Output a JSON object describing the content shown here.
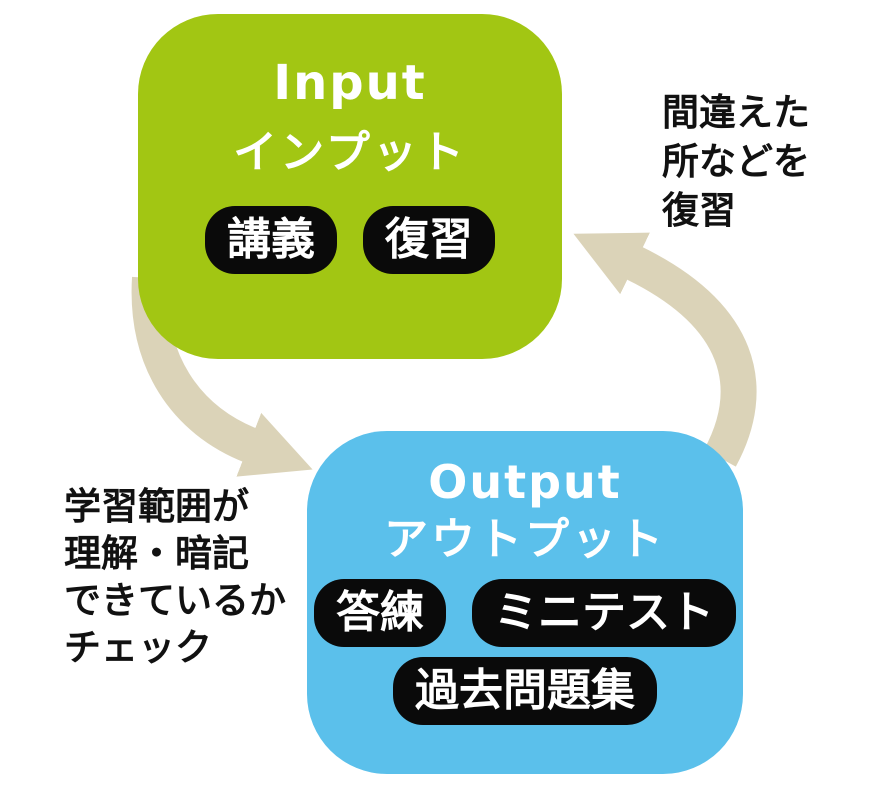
{
  "diagram": {
    "input_box": {
      "title_en": "Input",
      "title_ja": "インプット",
      "items": [
        "講義",
        "復習"
      ]
    },
    "output_box": {
      "title_en": "Output",
      "title_ja": "アウトプット",
      "items": [
        "答練",
        "ミニテスト",
        "過去問題集"
      ]
    },
    "annotations": {
      "right": {
        "line1": "間違えた",
        "line2": "所などを",
        "line3": "復習"
      },
      "left": {
        "line1": "学習範囲が",
        "line2": "理解・暗記",
        "line3": "できているか",
        "line4": "チェック"
      }
    },
    "colors": {
      "input_green": "#a2c613",
      "output_blue": "#5bc0eb",
      "arrow_beige": "#dbd3b8",
      "pill_black": "#0a0a0a",
      "box_text_white": "#ffffff",
      "note_text_black": "#111111"
    }
  }
}
